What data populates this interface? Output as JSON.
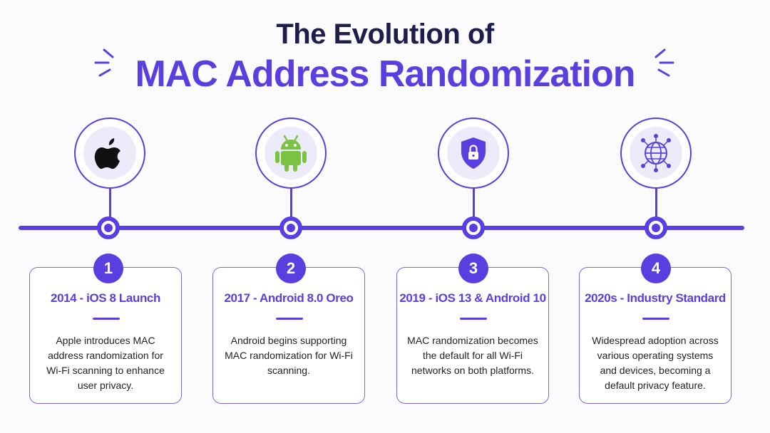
{
  "title": {
    "line1": "The Evolution of",
    "line2": "MAC Address Randomization"
  },
  "colors": {
    "accent": "#5a3fe0",
    "title_dark": "#1c1f4a",
    "icon_bg": "#ecebfa",
    "android_green": "#7cc243"
  },
  "milestones": [
    {
      "number": "1",
      "icon": "apple-logo-icon",
      "title": "2014 - iOS 8 Launch",
      "description": "Apple introduces MAC address randomization for Wi-Fi scanning to enhance user privacy."
    },
    {
      "number": "2",
      "icon": "android-robot-icon",
      "title": "2017 - Android 8.0 Oreo",
      "description": "Android begins supporting MAC randomization for Wi-Fi scanning."
    },
    {
      "number": "3",
      "icon": "shield-lock-icon",
      "title": "2019 - iOS 13 & Android 10",
      "description": "MAC randomization becomes the default for all Wi-Fi networks on both platforms."
    },
    {
      "number": "4",
      "icon": "globe-network-icon",
      "title": "2020s - Industry Standard",
      "description": "Widespread adoption across various operating systems and devices, becoming a default privacy feature."
    }
  ]
}
